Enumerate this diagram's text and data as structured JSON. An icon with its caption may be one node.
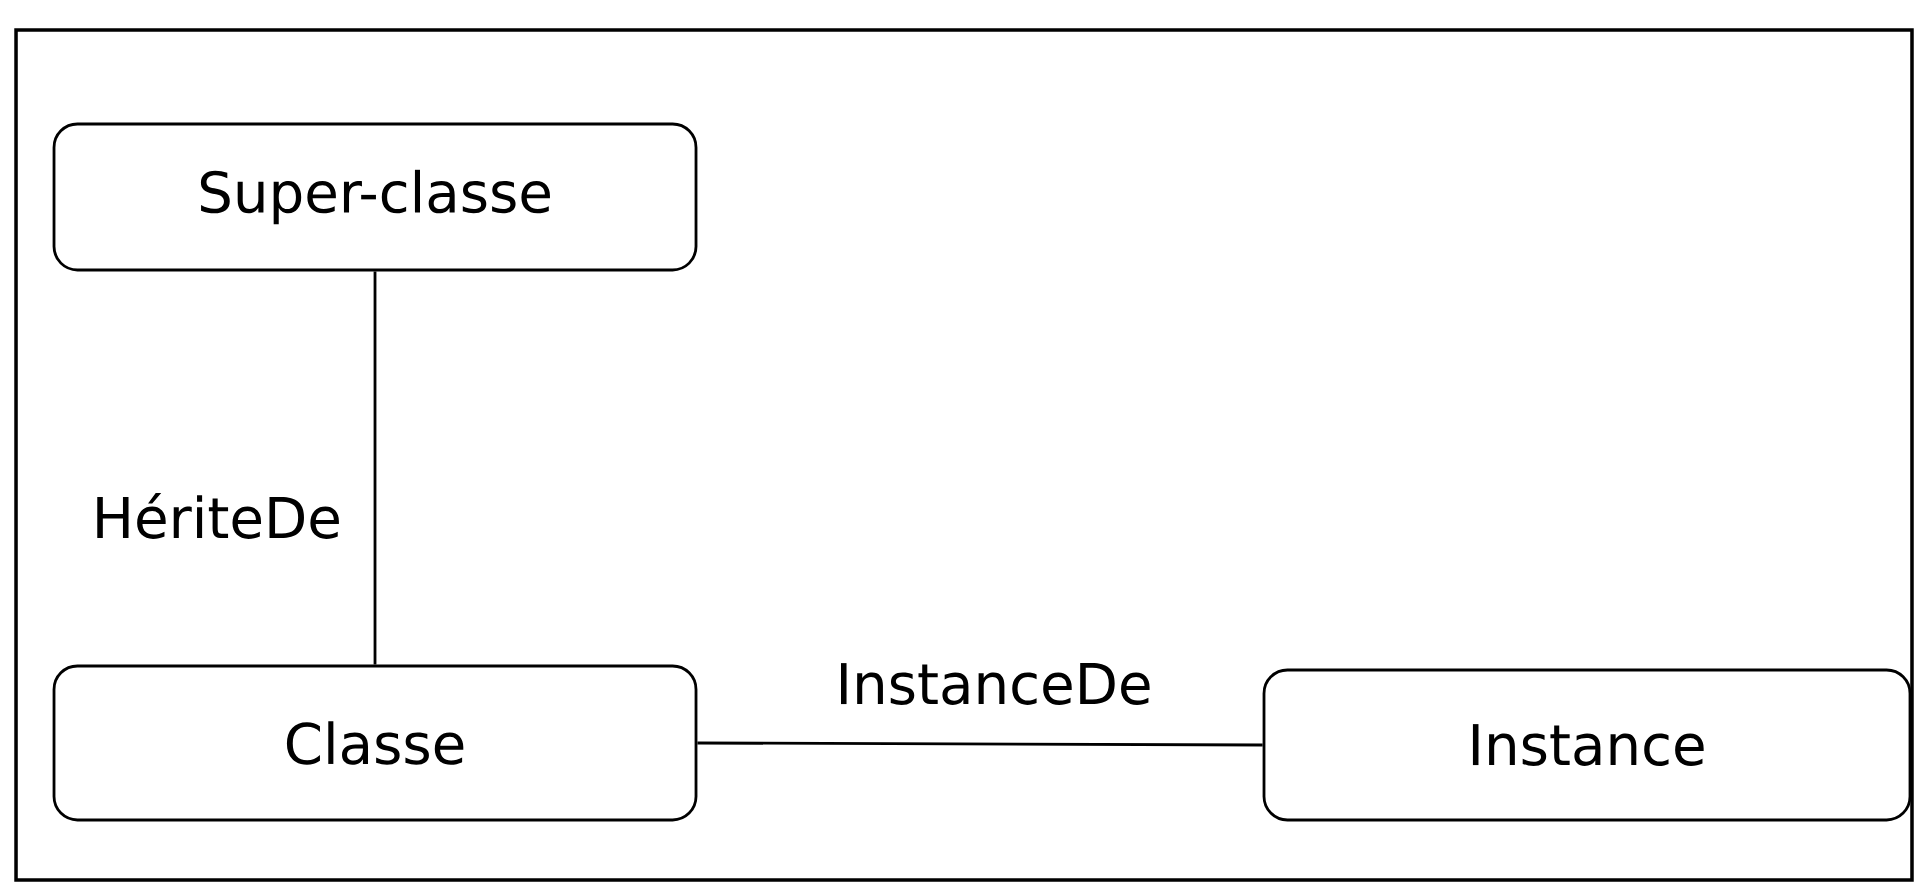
{
  "diagram": {
    "nodes": [
      {
        "text": [
          "Super-classe"
        ]
      },
      {
        "text": [
          "Classe"
        ]
      },
      {
        "text": [
          "Instance"
        ]
      }
    ],
    "edges": [
      {
        "from": 0,
        "to": 1,
        "arrow": "none",
        "label": "HériteDe"
      },
      {
        "from": 1,
        "to": 2,
        "arrow": "none",
        "label": "InstanceDe"
      }
    ]
  }
}
